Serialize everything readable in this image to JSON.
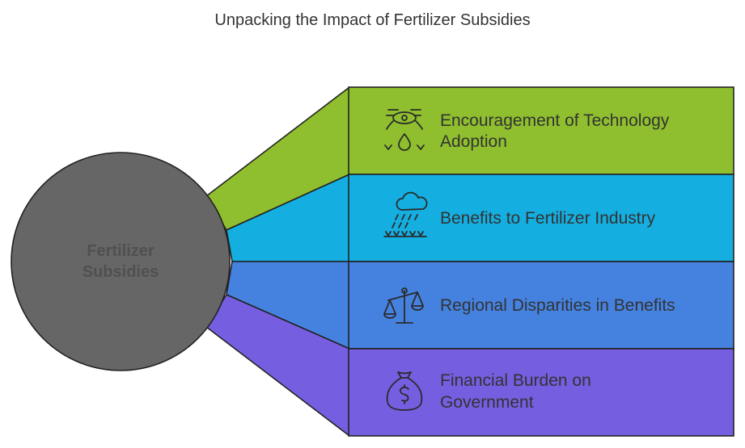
{
  "title": "Unpacking the Impact of Fertilizer Subsidies",
  "hub": {
    "line1": "Fertilizer",
    "line2": "Subsidies"
  },
  "branches": [
    {
      "line1": "Encouragement of Technology",
      "line2": "Adoption",
      "color": "#8fbf2e",
      "icon": "drone-watering-icon"
    },
    {
      "line1": "Benefits to Fertilizer Industry",
      "line2": "",
      "color": "#15aee0",
      "icon": "rain-cloud-crops-icon"
    },
    {
      "line1": "Regional Disparities in Benefits",
      "line2": "",
      "color": "#4582e0",
      "icon": "balance-scale-icon"
    },
    {
      "line1": "Financial Burden on",
      "line2": "Government",
      "color": "#765ee0",
      "icon": "money-bag-icon"
    }
  ],
  "colors": {
    "hub": "#666666",
    "outline": "#222222"
  }
}
